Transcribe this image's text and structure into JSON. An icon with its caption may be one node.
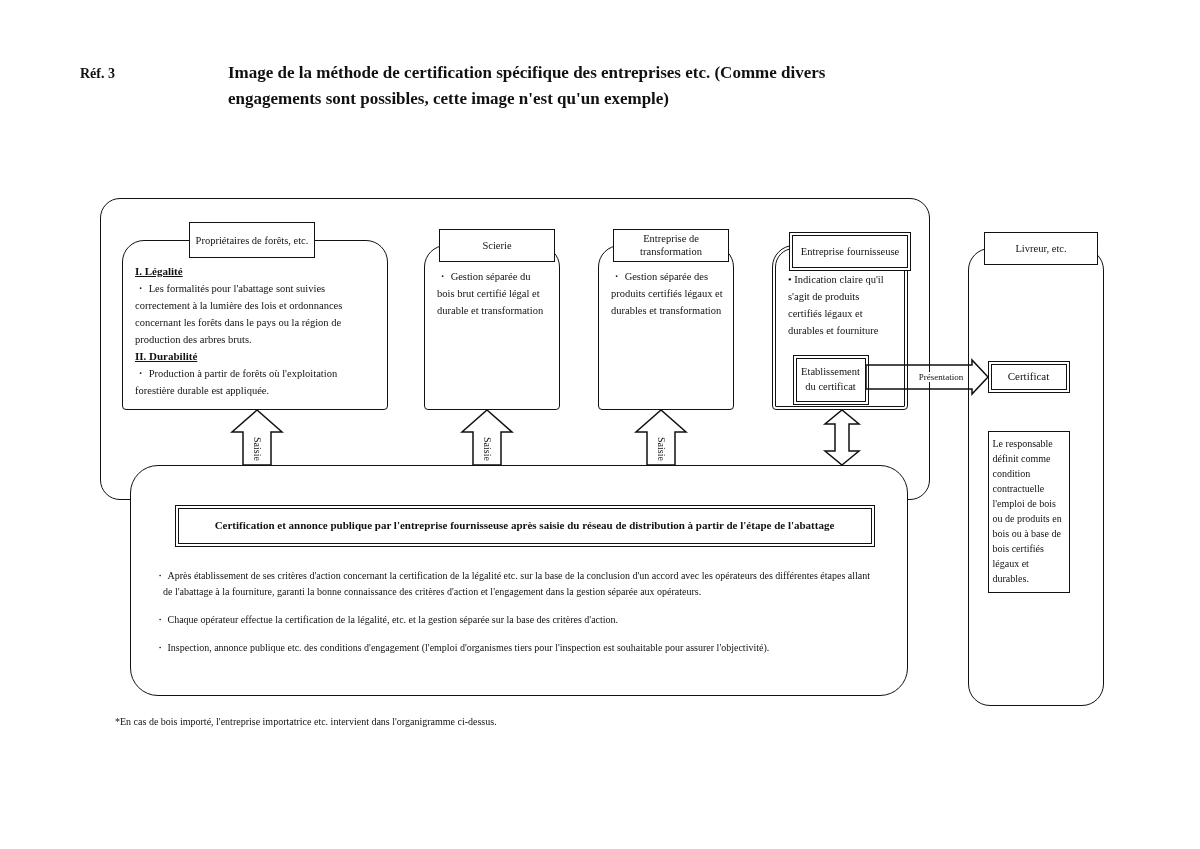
{
  "diagram": {
    "title": "Image de la méthode de certification spécifique des entreprises etc. (Comme divers engagements sont possibles, cette image n'est qu'un exemple)",
    "caption": "*En cas de bois importé, l'entreprise importatrice etc. intervient dans l'organigramme ci-dessus.",
    "nodes": [
      {
        "text": [
          "Propriétaires de forêts, etc.",
          "I. Légalité",
          "・ Les formalités pour l'abattage sont suivies correctement à la lumière des lois et ordonnances concernant les forêts dans le pays ou la région de production des arbres bruts.",
          "II. Durabilité",
          "・ Production à partir de forêts où l'exploitation forestière durable est appliquée."
        ]
      },
      {
        "text": [
          "Scierie",
          "・ Gestion séparée du bois brut certifié légal et durable et transformation"
        ]
      },
      {
        "text": [
          "Entreprise de transformation",
          "・ Gestion séparée des produits certifiés légaux et durables et transformation"
        ]
      },
      {
        "text": [
          "Entreprise fournisseuse",
          "• Indication claire qu'il s'agit de produits certifiés légaux et durables et fourniture"
        ]
      },
      {
        "text": [
          "Etablissement du certificat"
        ],
        "in": 3
      },
      {
        "text": [
          "Livreur, etc."
        ]
      },
      {
        "text": [
          "Certificat"
        ],
        "in": 5
      },
      {
        "text": [
          "Le responsable définit comme condition contractuelle l'emploi de bois ou de produits en bois ou à base de bois certifiés légaux et durables."
        ],
        "in": 5
      },
      {
        "text": [
          "・ Après établissement de ses critères d'action concernant la certification de la légalité etc. sur la base de la conclusion d'un accord avec les opérateurs des différentes étapes allant de l'abattage à la fourniture, garanti la bonne connaissance des critères d'action et l'engagement dans la gestion séparée aux opérateurs.",
          "・ Chaque opérateur effectue la certification de la légalité, etc. et la gestion séparée sur la base des critères d'action.",
          "・ Inspection, annonce publique etc. des conditions d'engagement (l'emploi d'organismes tiers pour l'inspection est souhaitable pour assurer l'objectivité)."
        ]
      },
      {
        "text": [
          "Certification et annonce publique par l'entreprise fournisseuse après saisie du réseau de distribution à partir de l'étape de l'abattage"
        ],
        "in": 8
      }
    ],
    "edges": [
      {
        "from": 8,
        "to": 0,
        "arrow": "to",
        "label": "Saisie"
      },
      {
        "from": 8,
        "to": 1,
        "arrow": "to",
        "label": "Saisie"
      },
      {
        "from": 8,
        "to": 2,
        "arrow": "to",
        "label": "Saisie"
      },
      {
        "from": 8,
        "to": 3,
        "arrow": "both"
      },
      {
        "from": 4,
        "to": 6,
        "arrow": "to",
        "label": "Présentation"
      }
    ],
    "labels": [
      "Réf. 3"
    ]
  }
}
